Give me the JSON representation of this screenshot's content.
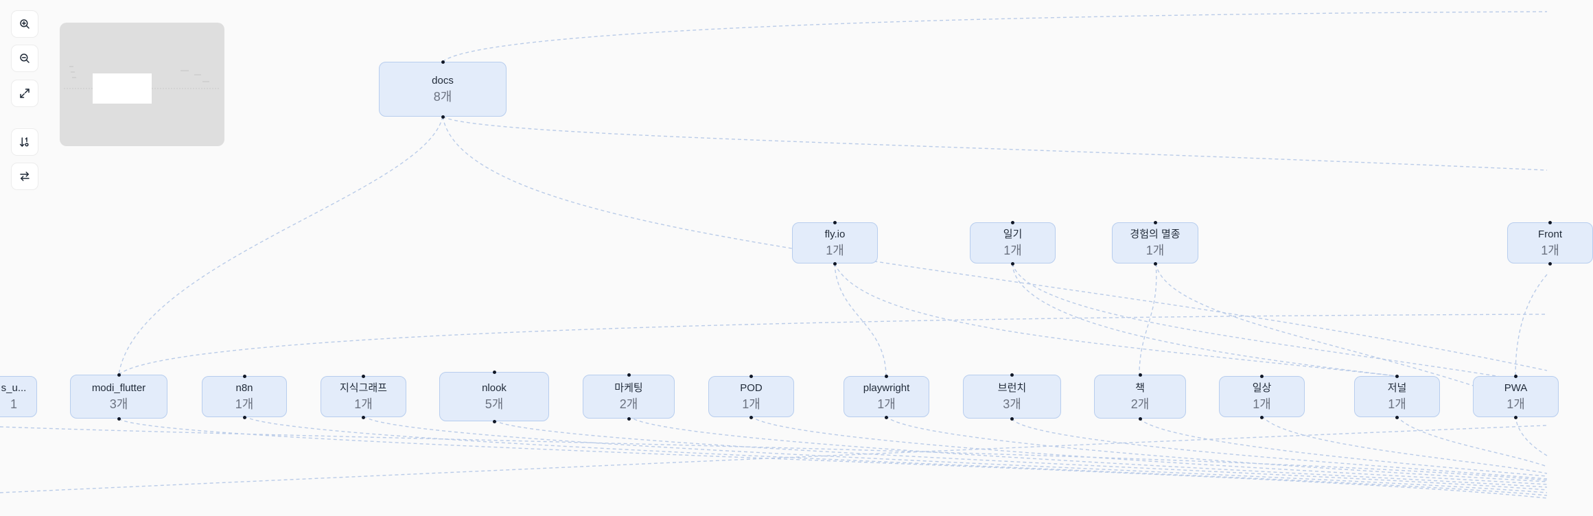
{
  "graph": {
    "nodes": [
      {
        "id": "docs",
        "label": "docs",
        "count": "8개"
      },
      {
        "id": "fly",
        "label": "fly.io",
        "count": "1개"
      },
      {
        "id": "diary",
        "label": "일기",
        "count": "1개"
      },
      {
        "id": "extinction",
        "label": "경험의 멸종",
        "count": "1개"
      },
      {
        "id": "front",
        "label": "Front",
        "count": "1개"
      },
      {
        "id": "cut_left",
        "label": "s_u...",
        "count": "1"
      },
      {
        "id": "modi",
        "label": "modi_flutter",
        "count": "3개"
      },
      {
        "id": "n8n",
        "label": "n8n",
        "count": "1개"
      },
      {
        "id": "kgraph",
        "label": "지식그래프",
        "count": "1개"
      },
      {
        "id": "nlook",
        "label": "nlook",
        "count": "5개"
      },
      {
        "id": "marketing",
        "label": "마케팅",
        "count": "2개"
      },
      {
        "id": "pod",
        "label": "POD",
        "count": "1개"
      },
      {
        "id": "playwright",
        "label": "playwright",
        "count": "1개"
      },
      {
        "id": "branch",
        "label": "브런치",
        "count": "3개"
      },
      {
        "id": "book",
        "label": "책",
        "count": "2개"
      },
      {
        "id": "daily",
        "label": "일상",
        "count": "1개"
      },
      {
        "id": "journal",
        "label": "저널",
        "count": "1개"
      },
      {
        "id": "pwa",
        "label": "PWA",
        "count": "1개"
      }
    ]
  },
  "controls": {
    "buttons": [
      {
        "id": "zoom-in",
        "icon": "zoom-in-icon"
      },
      {
        "id": "zoom-out",
        "icon": "zoom-out-icon"
      },
      {
        "id": "fit-view",
        "icon": "expand-icon"
      },
      {
        "id": "sort",
        "icon": "sort-icon"
      },
      {
        "id": "swap-direction",
        "icon": "swap-arrows-icon"
      }
    ]
  },
  "colors": {
    "canvas_bg": "#fafafa",
    "node_fill": "#e3ecfa",
    "node_border": "#b7cdee",
    "edge": "#b9cbe8",
    "minimap_bg": "#dedede"
  }
}
